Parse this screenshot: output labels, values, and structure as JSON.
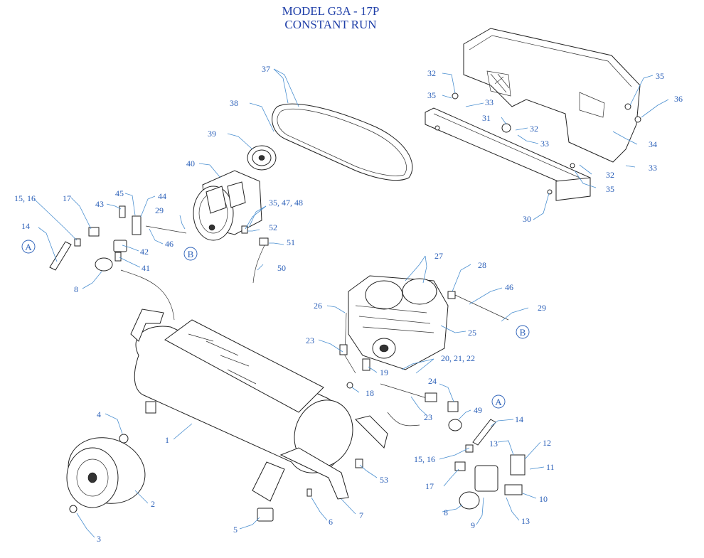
{
  "title": {
    "line1": "MODEL G3A - 17P",
    "line2": "CONSTANT RUN"
  },
  "labels": {
    "l1": "1",
    "l2": "2",
    "l3": "3",
    "l4": "4",
    "l5": "5",
    "l6": "6",
    "l7": "7",
    "l8a": "8",
    "l8b": "8",
    "l9": "9",
    "l10": "10",
    "l11": "11",
    "l12": "12",
    "l13a": "13",
    "l13b": "13",
    "l14a": "14",
    "l14b": "14",
    "l1516a": "15, 16",
    "l1516b": "15, 16",
    "l17a": "17",
    "l17b": "17",
    "l18": "18",
    "l19": "19",
    "l202122": "20, 21, 22",
    "l23a": "23",
    "l23b": "23",
    "l24": "24",
    "l25": "25",
    "l26": "26",
    "l27": "27",
    "l28": "28",
    "l29a": "29",
    "l29b": "29",
    "l30": "30",
    "l31": "31",
    "l32a": "32",
    "l32b": "32",
    "l32c": "32",
    "l33a": "33",
    "l33b": "33",
    "l33c": "33",
    "l34": "34",
    "l35a": "35",
    "l35b": "35",
    "l35c": "35",
    "l36": "36",
    "l37": "37",
    "l38": "38",
    "l39": "39",
    "l40": "40",
    "l41": "41",
    "l42": "42",
    "l43": "43",
    "l44": "44",
    "l45": "45",
    "l46a": "46",
    "l46b": "46",
    "l354748": "35, 47, 48",
    "l49": "49",
    "l50": "50",
    "l51": "51",
    "l52": "52",
    "l53": "53"
  },
  "callouts": {
    "a1": "A",
    "a2": "A",
    "b1": "B",
    "b2": "B"
  }
}
